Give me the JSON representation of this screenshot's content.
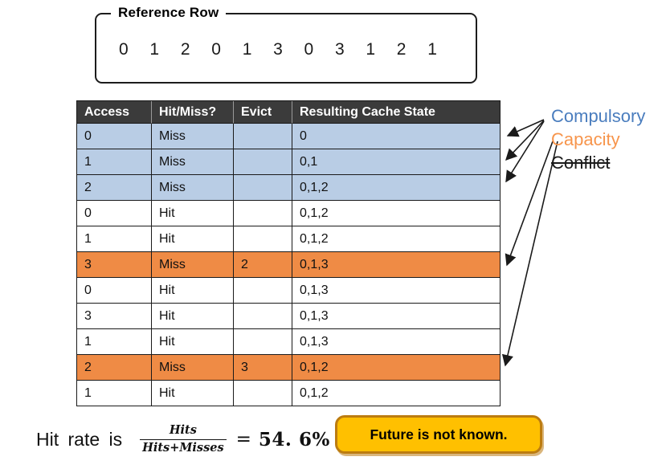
{
  "reference_row": {
    "label": "Reference Row",
    "values": [
      "0",
      "1",
      "2",
      "0",
      "1",
      "3",
      "0",
      "3",
      "1",
      "2",
      "1"
    ]
  },
  "cache_table": {
    "headers": {
      "access": "Access",
      "hit_miss": "Hit/Miss?",
      "evict": "Evict",
      "state": "Resulting Cache State"
    },
    "rows": [
      {
        "access": "0",
        "hit_miss": "Miss",
        "evict": "",
        "state": "0",
        "miss_type": "compulsory"
      },
      {
        "access": "1",
        "hit_miss": "Miss",
        "evict": "",
        "state": "0,1",
        "miss_type": "compulsory"
      },
      {
        "access": "2",
        "hit_miss": "Miss",
        "evict": "",
        "state": "0,1,2",
        "miss_type": "compulsory"
      },
      {
        "access": "0",
        "hit_miss": "Hit",
        "evict": "",
        "state": "0,1,2",
        "miss_type": "none"
      },
      {
        "access": "1",
        "hit_miss": "Hit",
        "evict": "",
        "state": "0,1,2",
        "miss_type": "none"
      },
      {
        "access": "3",
        "hit_miss": "Miss",
        "evict": "2",
        "state": "0,1,3",
        "miss_type": "capacity"
      },
      {
        "access": "0",
        "hit_miss": "Hit",
        "evict": "",
        "state": "0,1,3",
        "miss_type": "none"
      },
      {
        "access": "3",
        "hit_miss": "Hit",
        "evict": "",
        "state": "0,1,3",
        "miss_type": "none"
      },
      {
        "access": "1",
        "hit_miss": "Hit",
        "evict": "",
        "state": "0,1,3",
        "miss_type": "none"
      },
      {
        "access": "2",
        "hit_miss": "Miss",
        "evict": "3",
        "state": "0,1,2",
        "miss_type": "capacity"
      },
      {
        "access": "1",
        "hit_miss": "Hit",
        "evict": "",
        "state": "0,1,2",
        "miss_type": "none"
      }
    ]
  },
  "annotations": {
    "compulsory": {
      "label": "Compulsory",
      "color": "#4a7dbe"
    },
    "capacity": {
      "label": "Capacity",
      "color": "#f7954c"
    },
    "conflict": {
      "label": "Conflict",
      "color": "#1a1a1a",
      "strikethrough": true
    }
  },
  "hit_rate": {
    "prefix": "Hit rate is",
    "fraction_numerator": "Hits",
    "fraction_denominator": "Hits+Misses",
    "equals_sign": "=",
    "value": "54. 6%"
  },
  "callout": {
    "text": "Future is not known.",
    "bg_color": "#ffc000",
    "border_color": "#bc7c10"
  },
  "colors": {
    "table_header_bg": "#3b3b3b",
    "compulsory_row_bg": "#b9cde5",
    "capacity_row_bg": "#ef8b45"
  }
}
